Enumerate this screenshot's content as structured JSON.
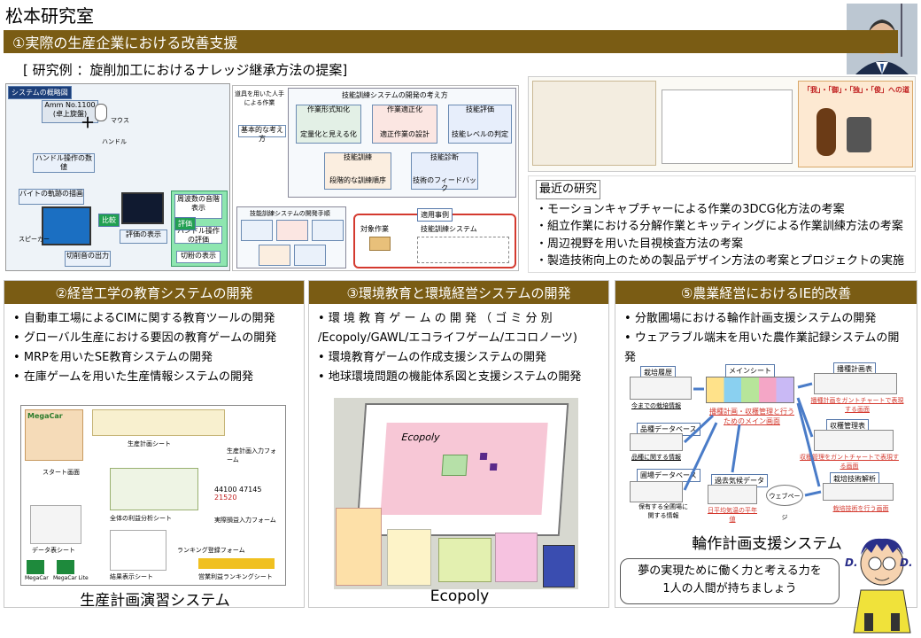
{
  "lab": {
    "title": "松本研究室"
  },
  "section1": {
    "title": "①実際の生産企業における改善支援",
    "example": "[ 研究例 ：旋削加工におけるナレッジ継承方法の提案]",
    "fig_left": {
      "title": "システムの概略図",
      "machine": "Amm No.1100 (卓上旋盤)",
      "mouse": "マウス",
      "handle": "ハンドル",
      "handle_data": "ハンドル操作の数値",
      "path_draw": "バイトの軌跡の描画",
      "compare": "比較",
      "judge": "評価",
      "eval_show": "評価の表示",
      "freq_show": "周波数の音階表示",
      "handle_eval": "ハンドル操作の評価",
      "chip_show": "切粉の表示",
      "speaker": "スピーカー",
      "cut_sound": "切削音の出力"
    },
    "fig_mid": {
      "title": "技能訓練システムの開発の考え方",
      "tool_work": "道具を用いた人手による作業",
      "basic": "基本的な考え方",
      "knowledge": "作業形式知化",
      "visualize": "定量化と見える化",
      "optimize": "作業適正化",
      "opt_design": "適正作業の設計",
      "evaluate": "技能評価",
      "level": "技能レベルの判定",
      "training": "技能訓練",
      "stepwise": "段階的な訓練順序",
      "diagnosis": "技能診断",
      "feedback": "技術のフィードバック",
      "procedure": "技能訓練システムの開発手順",
      "case": "適用事例",
      "target": "対象作業",
      "train_sys": "技能訓練システム"
    },
    "fig_right": {
      "cat_title": "「我」・「御」・「独」・「俊」への道"
    },
    "recent": {
      "heading": "最近の研究",
      "items": [
        "・モーションキャプチャーによる作業の3DCG化方法の考案",
        "・組立作業における分解作業とキッティングによる作業訓練方法の考案",
        "・周辺視野を用いた目視検査方法の考案",
        "・製造技術向上のための製品デザイン方法の考案とプロジェクトの実施"
      ]
    }
  },
  "section2": {
    "title": "②経営工学の教育システムの開発",
    "items": [
      "自動車工場によるCIMに関する教育ツールの開発",
      "グローバル生産における要因の教育ゲームの開発",
      "MRPを用いたSE教育システムの開発",
      "在庫ゲームを用いた生産情報システムの開発"
    ],
    "fig": {
      "brand": "MegaCar",
      "start": "スタート画面",
      "plan_sheet": "生産計画シート",
      "input_form": "生産計画入力フォーム",
      "profit": "全体の利益分析シート",
      "data_sheet": "データ表シート",
      "result_sheet": "結果表示シート",
      "actual_form": "実際損益入力フォーム",
      "ranking": "ランキング登録フォーム",
      "sales_rank": "営業利益ランキングシート",
      "num1": "44100",
      "num2": "47145",
      "num3": "21520",
      "app1": "MegaCar",
      "app2": "MegaCar Lite"
    },
    "caption": "生産計画演習システム"
  },
  "section3": {
    "title": "③環境教育と環境経営システムの開発",
    "items": [
      "環 境 教 育 ゲ ー ム の 開 発 （ ゴ ミ 分 別 /Ecopoly/GAWL/エコライフゲーム/エコロノーツ)",
      "環境教育ゲームの作成支援システムの開発",
      "地球環境問題の機能体系図と支援システムの開発"
    ],
    "board": "Ecopoly",
    "caption": "Ecopoly"
  },
  "section5": {
    "title": "⑤農業経営におけるIE的改善",
    "items": [
      "分散圃場における輪作計画支援システムの開発",
      "ウェアラブル端末を用いた農作業記録システムの開発"
    ],
    "fig": {
      "main": "メインシート",
      "weather": "栽培履歴",
      "weather_note": "今までの栽培情報",
      "crop_db": "品種データベース",
      "crop_note": "品種に関する情報",
      "field_db": "圃場データベース",
      "field_note": "保有する全圃場に関する情報",
      "climate": "過去気候データ",
      "climate_note": "日平均気温の平年値",
      "main_note": "播種計画・収穫管理と行うためのメイン画面",
      "sow_table": "播種計画表",
      "sow_note": "播種計画をガントチャートで表現する画面",
      "harvest": "収穫管理表",
      "harvest_note": "収穫管理をガントチャートで表現する画面",
      "web": "ウェブページ",
      "analysis": "栽培技術解析",
      "analysis_note": "栽培技術を行う画面"
    },
    "caption": "輪作計画支援システム"
  },
  "motto": {
    "line1": "夢の実現ために働く力と考える力を",
    "line2": "1人の人間が持ちましょう"
  },
  "mascot": {
    "badge1": "D.",
    "badge2": "D."
  },
  "colors": {
    "band": "#7a5c14",
    "accent_green": "#8ee6b0",
    "accent_red": "#d43a2f"
  }
}
